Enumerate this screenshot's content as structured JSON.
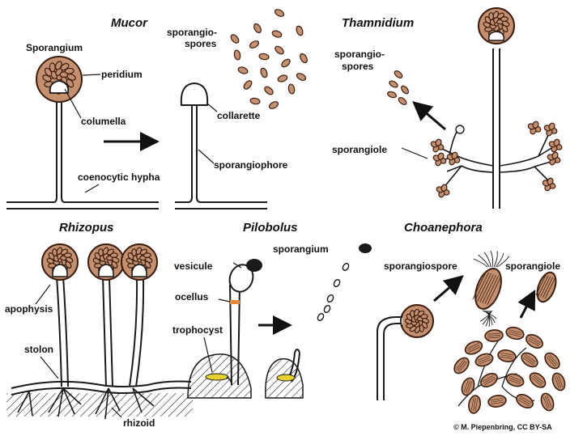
{
  "colors": {
    "spore_fill": "#c49070",
    "spore_stroke": "#3a1d0e",
    "outline": "#1a1a1a",
    "vesicle": "#1a1a1a",
    "ocellus": "#e28a3a",
    "trophocyst": "#e6cf30"
  },
  "panels": {
    "mucor": {
      "title": "Mucor",
      "sporangium": "Sporangium",
      "peridium": "peridium",
      "columella": "columella",
      "sporangiospores": [
        "sporangio-",
        "spores"
      ],
      "collarette": "collarette",
      "sporangiophore": "sporangiophore",
      "coenocytic_hypha": "coenocytic hypha"
    },
    "thamnidium": {
      "title": "Thamnidium",
      "sporangiospores": [
        "sporangio-",
        "spores"
      ],
      "sporangiole": "sporangiole"
    },
    "rhizopus": {
      "title": "Rhizopus",
      "apophysis": "apophysis",
      "stolon": "stolon",
      "rhizoid": "rhizoid"
    },
    "pilobolus": {
      "title": "Pilobolus",
      "sporangium": "sporangium",
      "vesicule": "vesicule",
      "ocellus": "ocellus",
      "trophocyst": "trophocyst"
    },
    "choanephora": {
      "title": "Choanephora",
      "sporangiospore": "sporangiospore",
      "sporangiole": "sporangiole"
    }
  },
  "credit": "© M. Piepenbring, CC BY-SA"
}
